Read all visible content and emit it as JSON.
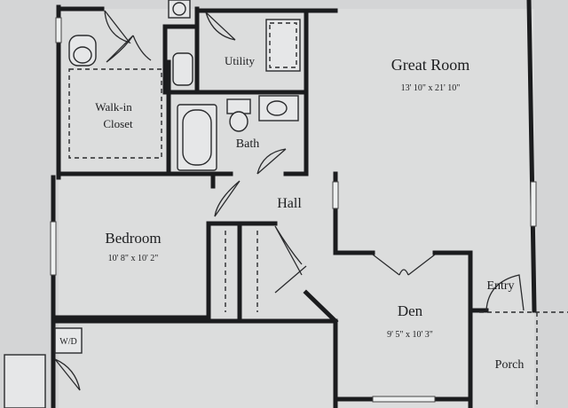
{
  "rooms": {
    "great_room": {
      "name": "Great Room",
      "dimensions": "13' 10\" x 21' 10\""
    },
    "utility": {
      "name": "Utility"
    },
    "walk_in_closet": {
      "name_line1": "Walk-in",
      "name_line2": "Closet"
    },
    "bath": {
      "name": "Bath"
    },
    "hall": {
      "name": "Hall"
    },
    "bedroom": {
      "name": "Bedroom",
      "dimensions": "10' 8\" x 10' 2\""
    },
    "den": {
      "name": "Den",
      "dimensions": "9' 5\" x 10' 3\""
    },
    "entry": {
      "name": "Entry"
    },
    "porch": {
      "name": "Porch"
    },
    "washer_dryer": {
      "label": "W/D"
    }
  }
}
